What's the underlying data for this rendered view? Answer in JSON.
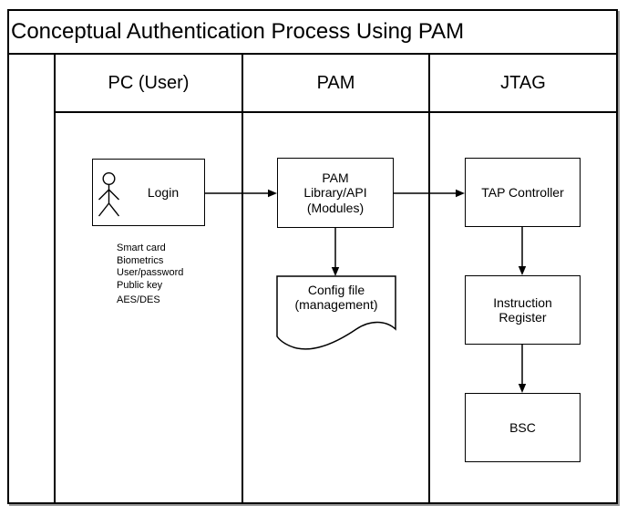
{
  "title": "Conceptual Authentication Process Using PAM",
  "lanes": [
    "PC (User)",
    "PAM",
    "JTAG"
  ],
  "nodes": {
    "login": [
      "Login"
    ],
    "pam_library": [
      "PAM",
      "Library/API",
      "(Modules)"
    ],
    "config_file": [
      "Config file",
      "(management)"
    ],
    "tap_controller": [
      "TAP Controller"
    ],
    "instruction_register": [
      "Instruction",
      "Register"
    ],
    "bsc": [
      "BSC"
    ]
  },
  "auth_methods": [
    "Smart card",
    "Biometrics",
    "User/password",
    "Public key",
    "AES/DES"
  ],
  "edges": [
    {
      "from": "login",
      "to": "pam_library"
    },
    {
      "from": "pam_library",
      "to": "tap_controller"
    },
    {
      "from": "pam_library",
      "to": "config_file"
    },
    {
      "from": "tap_controller",
      "to": "instruction_register"
    },
    {
      "from": "instruction_register",
      "to": "bsc"
    }
  ],
  "colors": {
    "line": "#000000",
    "background": "#ffffff",
    "text": "#000000",
    "frame_shadow": "#9a9a9a"
  }
}
